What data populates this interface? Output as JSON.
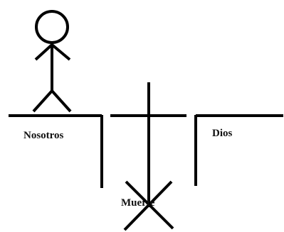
{
  "labels": {
    "left": "Nosotros",
    "right": "Dios",
    "bottom": "Muerte"
  },
  "colors": {
    "ink": "#000000",
    "background": "#ffffff"
  }
}
